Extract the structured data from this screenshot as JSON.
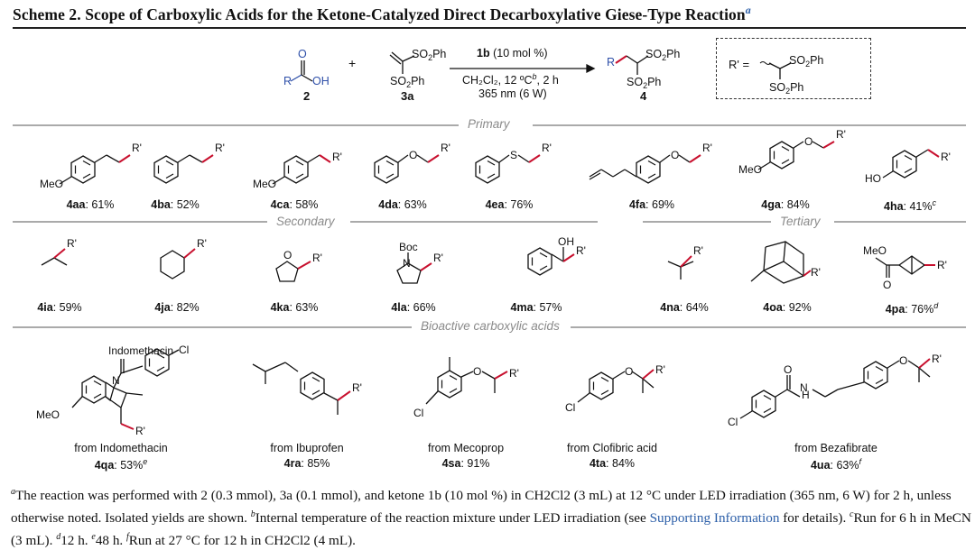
{
  "title": "Scheme 2. Scope of Carboxylic Acids for the Ketone-Catalyzed Direct Decarboxylative Giese-Type Reaction",
  "title_sup": "a",
  "scheme": {
    "compound2": "2",
    "compound3a": "3a",
    "compound4": "4",
    "plus": "+",
    "cond1": "(10 mol %)",
    "cond1_bold": "1b",
    "cond2": "CH₂Cl₂, 12 ºC",
    "cond2_sup": "b",
    "cond2_tail": ", 2 h",
    "cond3": "365 nm (6 W)",
    "rdef": "R' ="
  },
  "sections": {
    "primary": "Primary",
    "secondary": "Secondary",
    "tertiary": "Tertiary",
    "bioactive": "Bioactive carboxylic acids"
  },
  "products": [
    {
      "id": "4aa",
      "yield": ": 61%",
      "sup": ""
    },
    {
      "id": "4ba",
      "yield": ": 52%",
      "sup": ""
    },
    {
      "id": "4ca",
      "yield": ": 58%",
      "sup": ""
    },
    {
      "id": "4da",
      "yield": ": 63%",
      "sup": ""
    },
    {
      "id": "4ea",
      "yield": ": 76%",
      "sup": ""
    },
    {
      "id": "4fa",
      "yield": ": 69%",
      "sup": ""
    },
    {
      "id": "4ga",
      "yield": ": 84%",
      "sup": ""
    },
    {
      "id": "4ha",
      "yield": ": 41%",
      "sup": "c"
    },
    {
      "id": "4ia",
      "yield": ": 59%",
      "sup": ""
    },
    {
      "id": "4ja",
      "yield": ": 82%",
      "sup": ""
    },
    {
      "id": "4ka",
      "yield": ": 63%",
      "sup": ""
    },
    {
      "id": "4la",
      "yield": ": 66%",
      "sup": ""
    },
    {
      "id": "4ma",
      "yield": ": 57%",
      "sup": ""
    },
    {
      "id": "4na",
      "yield": ": 64%",
      "sup": ""
    },
    {
      "id": "4oa",
      "yield": ": 92%",
      "sup": ""
    },
    {
      "id": "4pa",
      "yield": ": 76%",
      "sup": "d"
    },
    {
      "id": "4qa",
      "yield": ": 53%",
      "sup": "e"
    },
    {
      "id": "4ra",
      "yield": ": 85%",
      "sup": ""
    },
    {
      "id": "4sa",
      "yield": ": 91%",
      "sup": ""
    },
    {
      "id": "4ta",
      "yield": ": 84%",
      "sup": ""
    },
    {
      "id": "4ua",
      "yield": ": 63%",
      "sup": "f"
    }
  ],
  "bioactive_sources": [
    "from Indomethacin",
    "from Ibuprofen",
    "from Mecoprop",
    "from Clofibric acid",
    "from Bezafibrate"
  ],
  "footnote": {
    "a_text": "The reaction was performed with 2 (0.3 mmol), 3a (0.1 mmol), and ketone 1b (10 mol %) in CH2Cl2 (3 mL) at 12 °C under LED irradiation (365 nm, 6 W) for 2 h, unless otherwise noted. Isolated yields are shown.",
    "b_text": "Internal temperature of the reaction mixture under LED irradiation (see",
    "link": "Supporting Information",
    "b_tail": "for details).",
    "c_text": "Run for 6 h in MeCN (3 mL).",
    "d_text": "12 h.",
    "e_text": "48 h.",
    "f_text": "Run at 27 °C for 12 h in CH2Cl2 (4 mL)."
  },
  "colors": {
    "accent": "#c8102e",
    "r_blue": "#2e4fa8",
    "link": "#2b5ea8",
    "rule": "#aaaaaa"
  }
}
